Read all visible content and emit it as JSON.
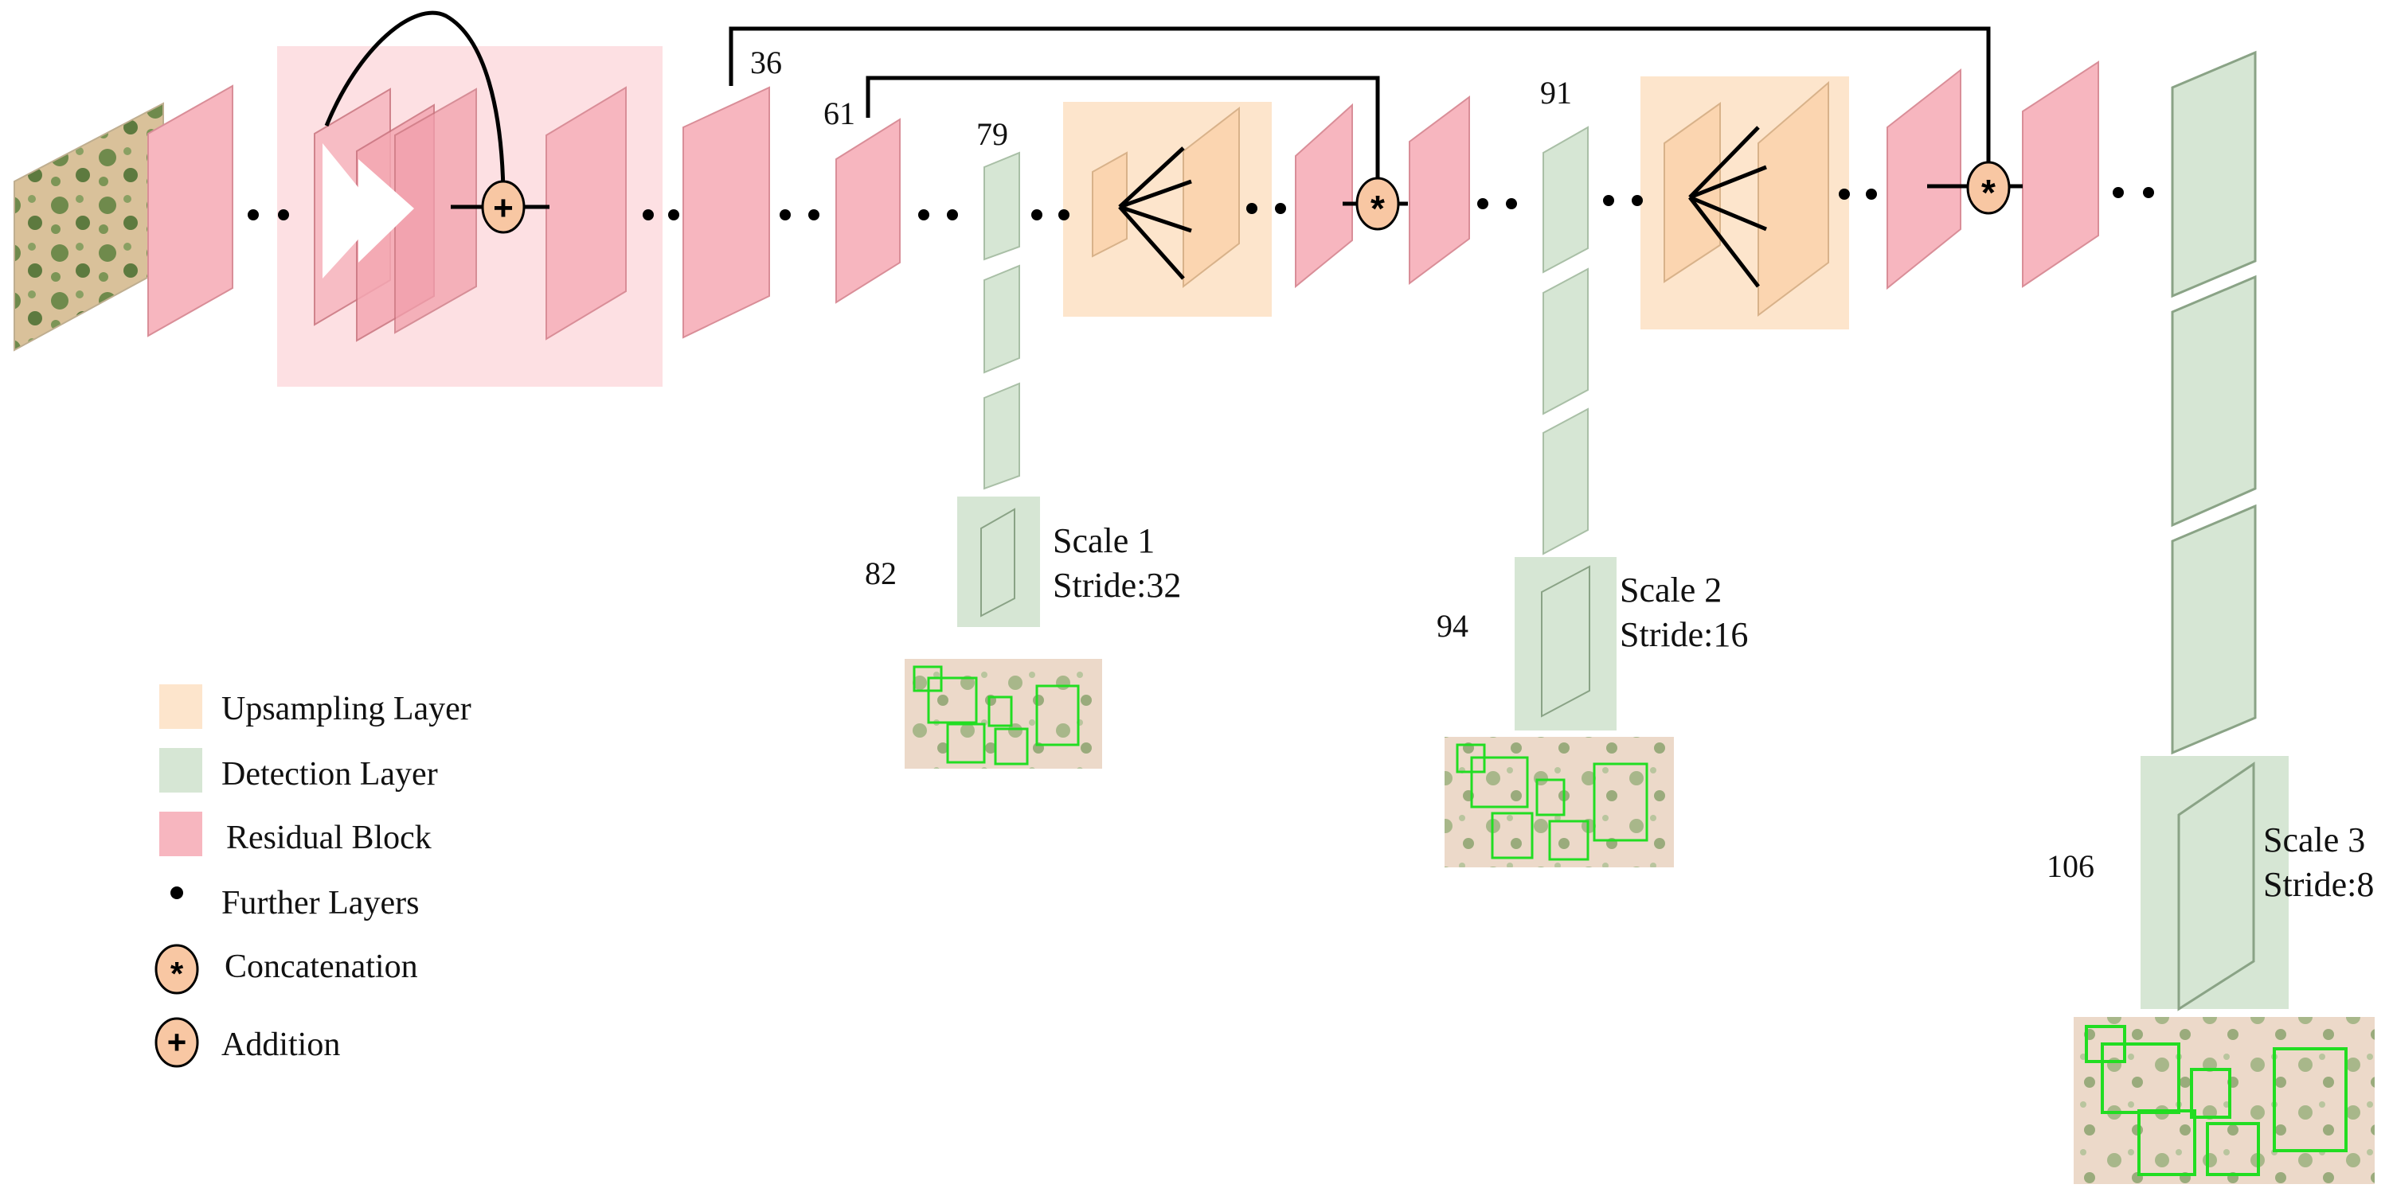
{
  "layer_numbers": {
    "n36": "36",
    "n61": "61",
    "n79": "79",
    "n82": "82",
    "n91": "91",
    "n94": "94",
    "n106": "106"
  },
  "scales": [
    {
      "name": "Scale 1",
      "stride": "Stride:32"
    },
    {
      "name": "Scale 2",
      "stride": "Stride:16"
    },
    {
      "name": "Scale 3",
      "stride": "Stride:8"
    }
  ],
  "legend": [
    {
      "key": "upsampling",
      "label": "Upsampling Layer",
      "color": "#fde5cc"
    },
    {
      "key": "detection",
      "label": "Detection Layer",
      "color": "#d6e6d4"
    },
    {
      "key": "residual",
      "label": "Residual Block",
      "color": "#f7b6bf"
    },
    {
      "key": "further",
      "label": "Further Layers",
      "color": "#000000"
    },
    {
      "key": "concat",
      "label": "Concatenation",
      "symbol": "*",
      "color": "#f8c7a3"
    },
    {
      "key": "add",
      "label": "Addition",
      "symbol": "+",
      "color": "#f8c7a3"
    }
  ],
  "operators": {
    "add_symbol": "+",
    "concat_symbol": "*"
  }
}
